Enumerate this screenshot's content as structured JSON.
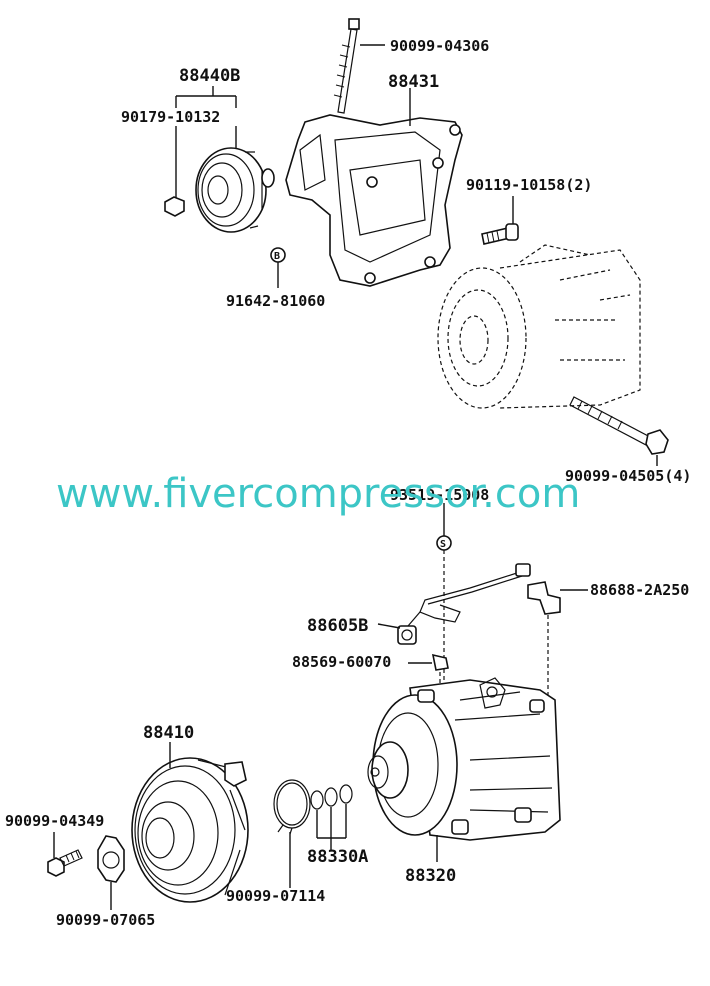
{
  "labels": {
    "p90099_04306": "90099-04306",
    "p88440B": "88440B",
    "p88431": "88431",
    "p90179_10132": "90179-10132",
    "p90119_10158": "90119-10158(2)",
    "p91642_81060": "91642-81060",
    "p90099_04505": "90099-04505(4)",
    "p93519": "93519-15008",
    "p88688": "88688-2A250",
    "p88605B": "88605B",
    "p88569": "88569-60070",
    "p88410": "88410",
    "p90099_04349": "90099-04349",
    "p90099_07065": "90099-07065",
    "p90099_07114": "90099-07114",
    "p88330A": "88330A",
    "p88320": "88320",
    "mark_b": "B",
    "mark_s": "S"
  },
  "watermark": "www.fivercompressor.com",
  "colors": {
    "watermark": "#3cc6c6",
    "ink": "#111111"
  }
}
